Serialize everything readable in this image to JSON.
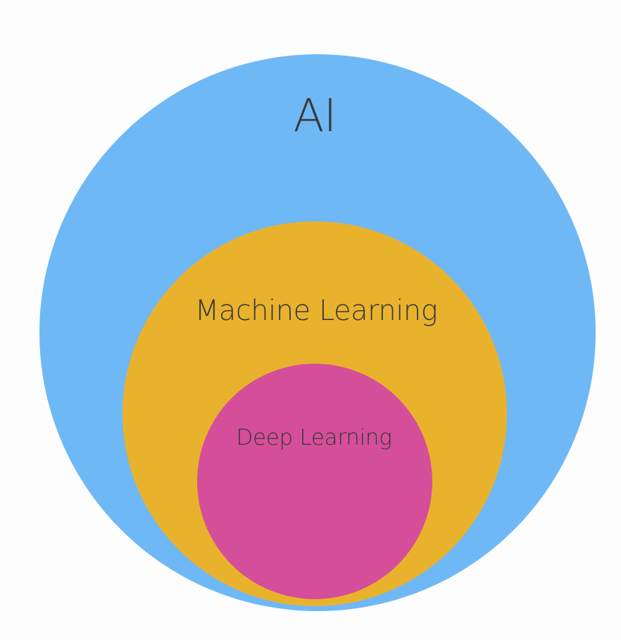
{
  "diagram": {
    "type": "nested-venn",
    "sets": [
      {
        "id": "ai",
        "label": "AI",
        "color": "#6fb8f6"
      },
      {
        "id": "ml",
        "label": "Machine Learning",
        "color": "#e9b22d"
      },
      {
        "id": "dl",
        "label": "Deep Learning",
        "color": "#d54e9a"
      }
    ],
    "text_color": "#383838",
    "background": "#fdfdfe"
  }
}
